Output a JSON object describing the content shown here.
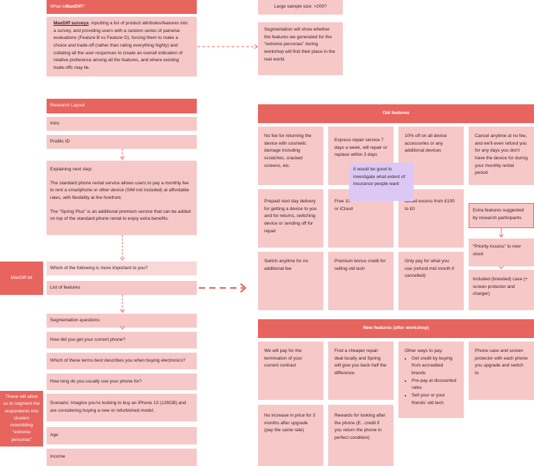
{
  "whatis": {
    "title_prefix": "What is ",
    "title_bold": "MaxDiff",
    "title_suffix": "?",
    "term": "MaxDiff surveys",
    "body": ": inputting a list of product attributes/features into a survey, and providing users with a random series of pairwise evaluations (Feature B vs Feature G), forcing them to make a choice and trade-off (rather than rating everything highly) and collating all the user responses to create an overall indication of relative preference among all the features, and where existing trade-offs may lie."
  },
  "sample": {
    "title": "Large sample size: >200?",
    "body": "Segmentation will show whether the features we generated for the “extreme personas” during workshop will find their place in the real world."
  },
  "research": {
    "header": "Research Layout",
    "intro": "Intro",
    "prolific": "Prolific ID",
    "explain_title": "Explaining next step:",
    "explain_p1": "The standard phone rental service allows users to pay a monthly fee to rent a smartphone or other device (SIM not included) at affordable rates, with flexibility at the forefront.",
    "explain_p2": "The \"Spring Plus\" is an additional premium service that can be added on top of the standard phone rental to enjoy extra benefits.",
    "question": "Which of the following is more important to you?",
    "list": "List of features",
    "seg_header": "Segmentation questions:",
    "seg_q1": "How did you get your current phone?",
    "seg_q2": "Which of these terms best describes you when buying electronics?",
    "seg_q3": "How long do you usually use your phone for?",
    "seg_q4": "Scenario: Imagine you're looking to buy an iPhone 13 (128GB) and are considering buying a new or refurbished model.",
    "seg_q5": "Age",
    "seg_q6": "Income"
  },
  "side_notes": {
    "maxdiff": "MaxDiff bit",
    "segment": "These will allow us to segment the respondents into clusters resembling “extreme personas”"
  },
  "old": {
    "header": "Old features",
    "c1": "No fee for returning the device with cosmetic damage including scratches, cracked screens, etc.",
    "c2": "Express repair service 7 days a week, will repair or replace within 3 days",
    "c3": "10% off on all device accessories or any additional devices",
    "c4": "Cancel anytime at no fee, and we'll even refund you for any days you don't have the device for during your monthly rental period",
    "c5": "Prepaid next day delivery for getting a device to you and for returns, switching device or sending off for repair",
    "c6_a": "Free 10",
    "c6_b": "or iCloud",
    "c7": "duced excess from £100 to £0",
    "c9": "Switch anytime for no additional fee",
    "c10": "Premium bonus credit for selling old tech",
    "c11": "Only pay for what you use (refund mid month if cancelled)",
    "sticky": "It would be good to investigate what extent of insurance people want"
  },
  "extra": {
    "header": "Extra features suggested by research participants",
    "e1": "“Priority Access” to new stock",
    "e2": "Included (branded) case (+ screen protector and charger)"
  },
  "new": {
    "header": "New features (after workshop)",
    "n1": "We will pay for the termination of your current contract",
    "n2": "Find a cheaper repair deal locally and Spring will give you back half the difference",
    "n3_title": "Other ways to pay:",
    "n3_items": [
      "Get credit by buying from accredited brands",
      "Pre-pay at discounted rates",
      "Sell your or your friends' old tech"
    ],
    "n4": "Phone case and screen protector with each phone you upgrade and switch to",
    "n5": "No increase in price for 3 months after upgrade (pay the same rate)",
    "n6": "Rewards for looking after the phone (E.. credit if you return the phone in perfect condition)"
  },
  "colors": {
    "accent": "#e8645e",
    "light": "#f7c8c8",
    "sticky": "#dcc8f5"
  }
}
